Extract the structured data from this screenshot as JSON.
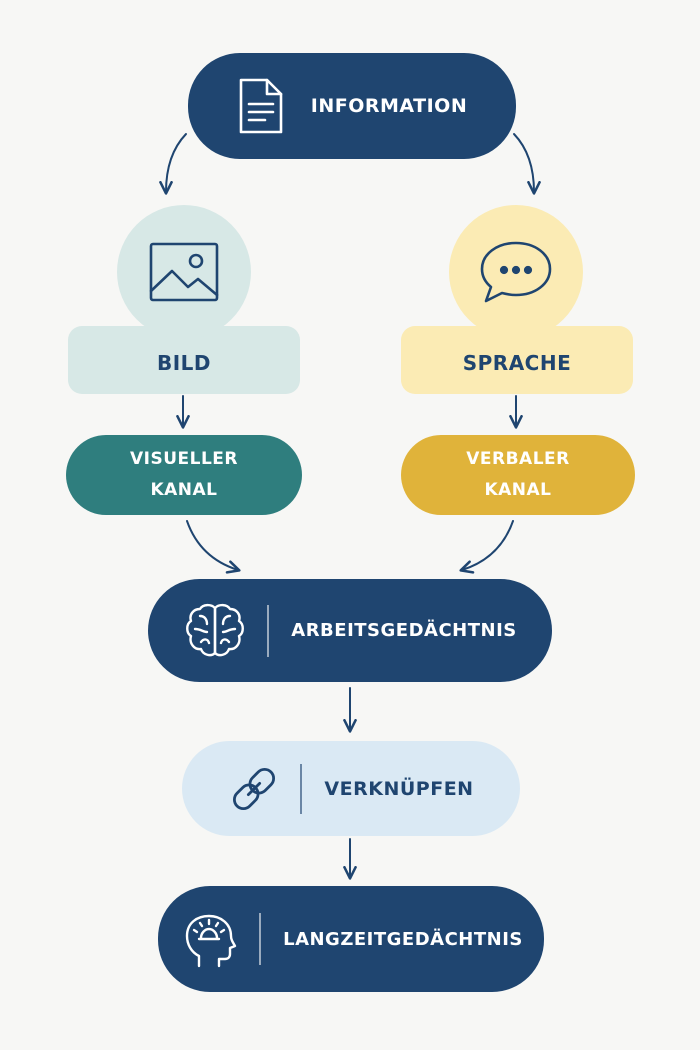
{
  "colors": {
    "navy": "#1f4570",
    "teal": "#2f7e7e",
    "mustard": "#e0b33a",
    "light_teal": "#d7e8e6",
    "light_yellow": "#fbebb4",
    "light_blue": "#dae9f4",
    "background": "#f7f7f5"
  },
  "nodes": {
    "information": {
      "label": "INFORMATION",
      "icon": "document-icon"
    },
    "bild": {
      "label": "BILD",
      "icon": "image-icon"
    },
    "sprache": {
      "label": "SPRACHE",
      "icon": "speech-bubble-icon"
    },
    "visueller_kanal": {
      "label": "VISUELLER\nKANAL"
    },
    "verbaler_kanal": {
      "label": "VERBALER\nKANAL"
    },
    "arbeitsgedaechtnis": {
      "label": "ARBEITSGEDÄCHTNIS",
      "icon": "brain-icon"
    },
    "verknuepfen": {
      "label": "VERKNÜPFEN",
      "icon": "chain-link-icon"
    },
    "langzeitgedaechtnis": {
      "label": "LANGZEITGEDÄCHTNIS",
      "icon": "head-idea-icon"
    }
  }
}
